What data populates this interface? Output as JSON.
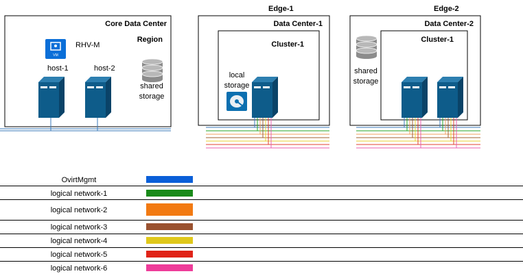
{
  "core": {
    "title": "Core Data Center",
    "region": "Region",
    "manager_label": "RHV-M",
    "manager_icon_text": "VM",
    "host1": "host-1",
    "host2": "host-2",
    "storage_line1": "shared",
    "storage_line2": "storage"
  },
  "edge1": {
    "title": "Edge-1",
    "datacenter": "Data Center-1",
    "cluster": "Cluster-1",
    "storage_line1": "local",
    "storage_line2": "storage"
  },
  "edge2": {
    "title": "Edge-2",
    "datacenter": "Data Center-2",
    "cluster": "Cluster-1",
    "storage_line1": "shared",
    "storage_line2": "storage"
  },
  "legend": [
    {
      "label": "OvirtMgmt",
      "color": "#0a5fd8"
    },
    {
      "label": "logical network-1",
      "color": "#1a8a1a"
    },
    {
      "label": "logical network-2",
      "color": "#f27a12"
    },
    {
      "label": "logical network-3",
      "color": "#9a5230"
    },
    {
      "label": "logical network-4",
      "color": "#e0c81a"
    },
    {
      "label": "logical network-5",
      "color": "#e02418"
    },
    {
      "label": "logical network-6",
      "color": "#ee3d9a"
    }
  ],
  "colors": {
    "server": "#0e5c8a",
    "server_top": "#2d7fb0",
    "server_side": "#0a4368",
    "storage_disk": "#8c8c8c",
    "edge_bus_1": "#3a7ab8",
    "edge_bus_2": "#26a526",
    "edge_bus_3": "#f0a060",
    "edge_bus_4": "#a06030",
    "edge_bus_5": "#e8d030",
    "edge_bus_6": "#e04030",
    "edge_bus_7": "#e860b0"
  }
}
